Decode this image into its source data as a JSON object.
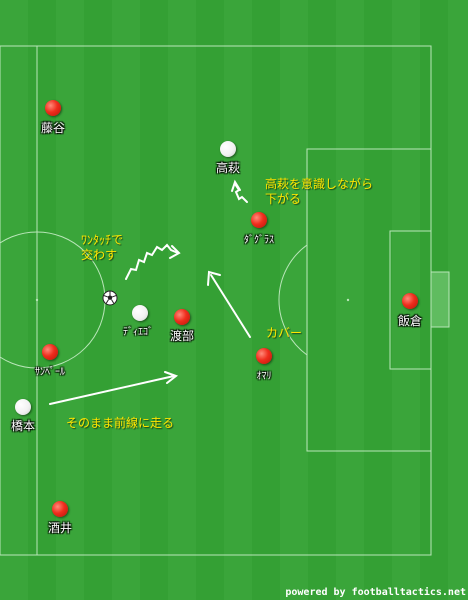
{
  "players": [
    {
      "id": "fujitani",
      "name": "藤谷",
      "team": "red"
    },
    {
      "id": "takahagi",
      "name": "高萩",
      "team": "white"
    },
    {
      "id": "douglas",
      "name": "ﾀﾞｸﾞﾗｽ",
      "team": "red"
    },
    {
      "id": "diego",
      "name": "ﾃﾞｨｴｺﾞ",
      "team": "white"
    },
    {
      "id": "watanabe",
      "name": "渡部",
      "team": "red"
    },
    {
      "id": "sampere",
      "name": "ｻﾝﾍﾟｰﾙ",
      "team": "red"
    },
    {
      "id": "omari",
      "name": "ｵﾏﾘ",
      "team": "red"
    },
    {
      "id": "hashimoto",
      "name": "橋本",
      "team": "white"
    },
    {
      "id": "sakai",
      "name": "酒井",
      "team": "red"
    },
    {
      "id": "iikura",
      "name": "飯倉",
      "team": "red"
    }
  ],
  "annotations": {
    "takahagi_note_1": "高萩を意識しながら",
    "takahagi_note_2": "下がる",
    "onetouch_1": "ﾜﾝﾀｯﾁで",
    "onetouch_2": "交わす",
    "cover": "カバー",
    "run_forward": "そのまま前線に走る"
  },
  "credit": "powered by footballtactics.net",
  "colors": {
    "team_red": "#ef2d1d",
    "team_white": "#ffffff",
    "note": "#ffe600",
    "pitch": "#3aa53a"
  }
}
